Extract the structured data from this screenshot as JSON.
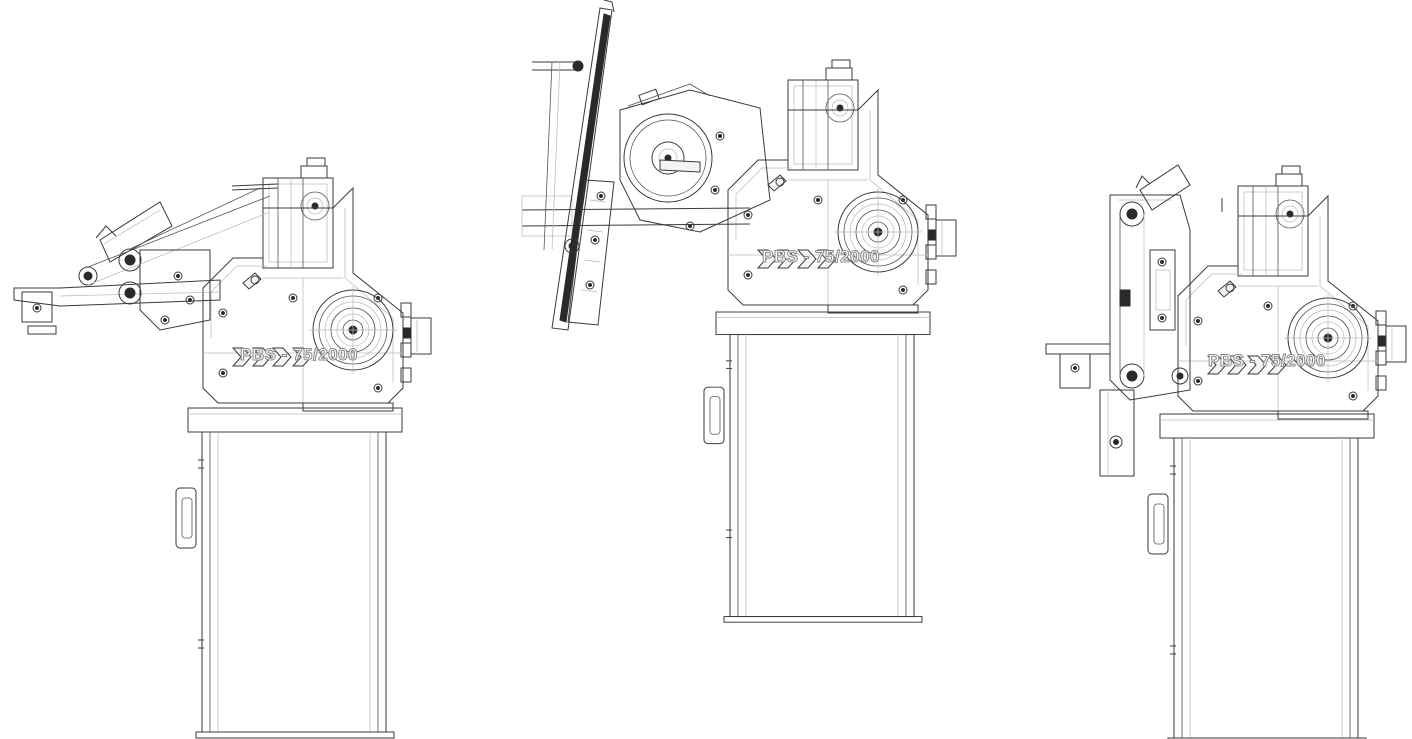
{
  "figure": {
    "views": [
      {
        "id": "left",
        "model_label": "PBS - 75/2000"
      },
      {
        "id": "center",
        "model_label": "PBS - 75/2000"
      },
      {
        "id": "right",
        "model_label": "PBS - 75/2000"
      }
    ]
  }
}
